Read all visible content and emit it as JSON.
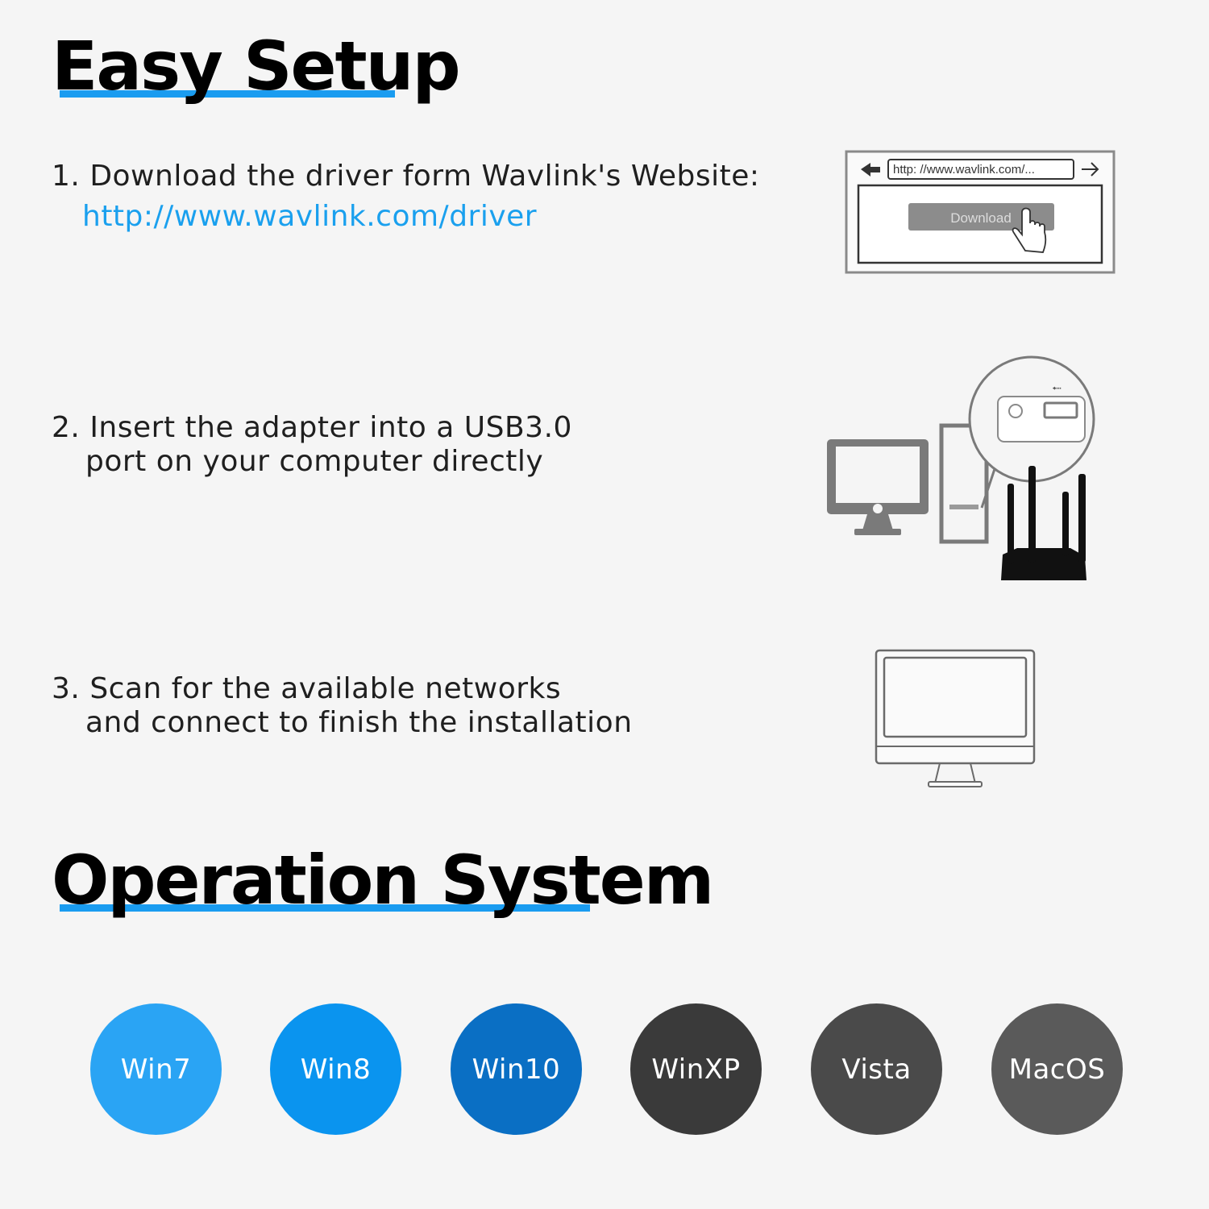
{
  "easy_setup": {
    "title": "Easy Setup",
    "steps": [
      {
        "number": "1.",
        "line1": "Download the driver form Wavlink's Website:",
        "link": "http://www.wavlink.com/driver"
      },
      {
        "number": "2.",
        "line1": "Insert the adapter into a USB3.0",
        "line2": "port on your computer directly"
      },
      {
        "number": "3.",
        "line1": "Scan for the available networks",
        "line2": "and connect to finish the installation"
      }
    ],
    "browser_illustration": {
      "address": "http: //www.wavlink.com/...",
      "button": "Download"
    }
  },
  "operation_system": {
    "title": "Operation System",
    "systems": [
      {
        "label": "Win7",
        "color": "#2aa4f4"
      },
      {
        "label": "Win8",
        "color": "#0a94ef"
      },
      {
        "label": "Win10",
        "color": "#0a6fc4"
      },
      {
        "label": "WinXP",
        "color": "#3a3a3a"
      },
      {
        "label": "Vista",
        "color": "#4a4a4a"
      },
      {
        "label": "MacOS",
        "color": "#5a5a5a"
      }
    ]
  },
  "colors": {
    "accent": "#1a9cf0",
    "link": "#1aa0ee",
    "background": "#f5f5f5"
  }
}
